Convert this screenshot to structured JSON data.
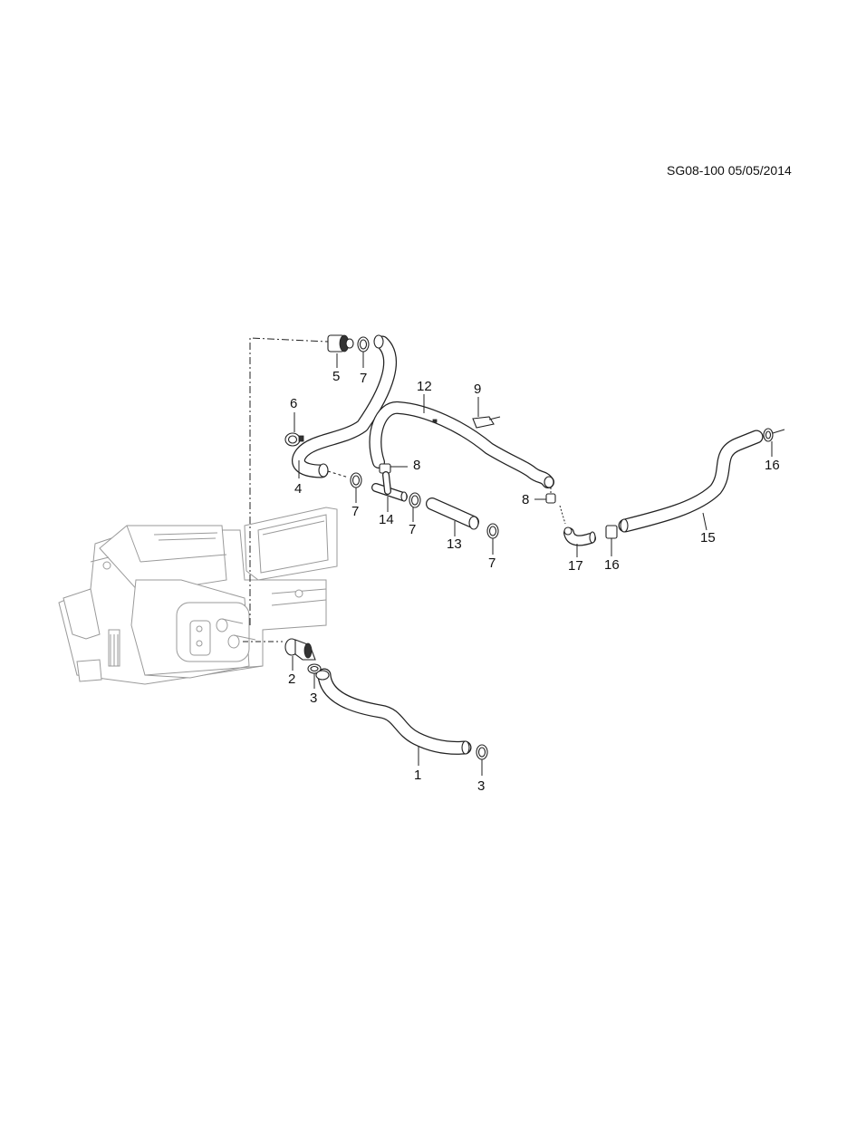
{
  "document": {
    "reference_code": "SG08-100 05/05/2014"
  },
  "callouts": {
    "c1": "1",
    "c2": "2",
    "c3a": "3",
    "c3b": "3",
    "c4": "4",
    "c5": "5",
    "c6": "6",
    "c7a": "7",
    "c7b": "7",
    "c7c": "7",
    "c7d": "7",
    "c8a": "8",
    "c8b": "8",
    "c9": "9",
    "c12": "12",
    "c13": "13",
    "c14": "14",
    "c15": "15",
    "c16a": "16",
    "c16b": "16",
    "c17": "17"
  }
}
